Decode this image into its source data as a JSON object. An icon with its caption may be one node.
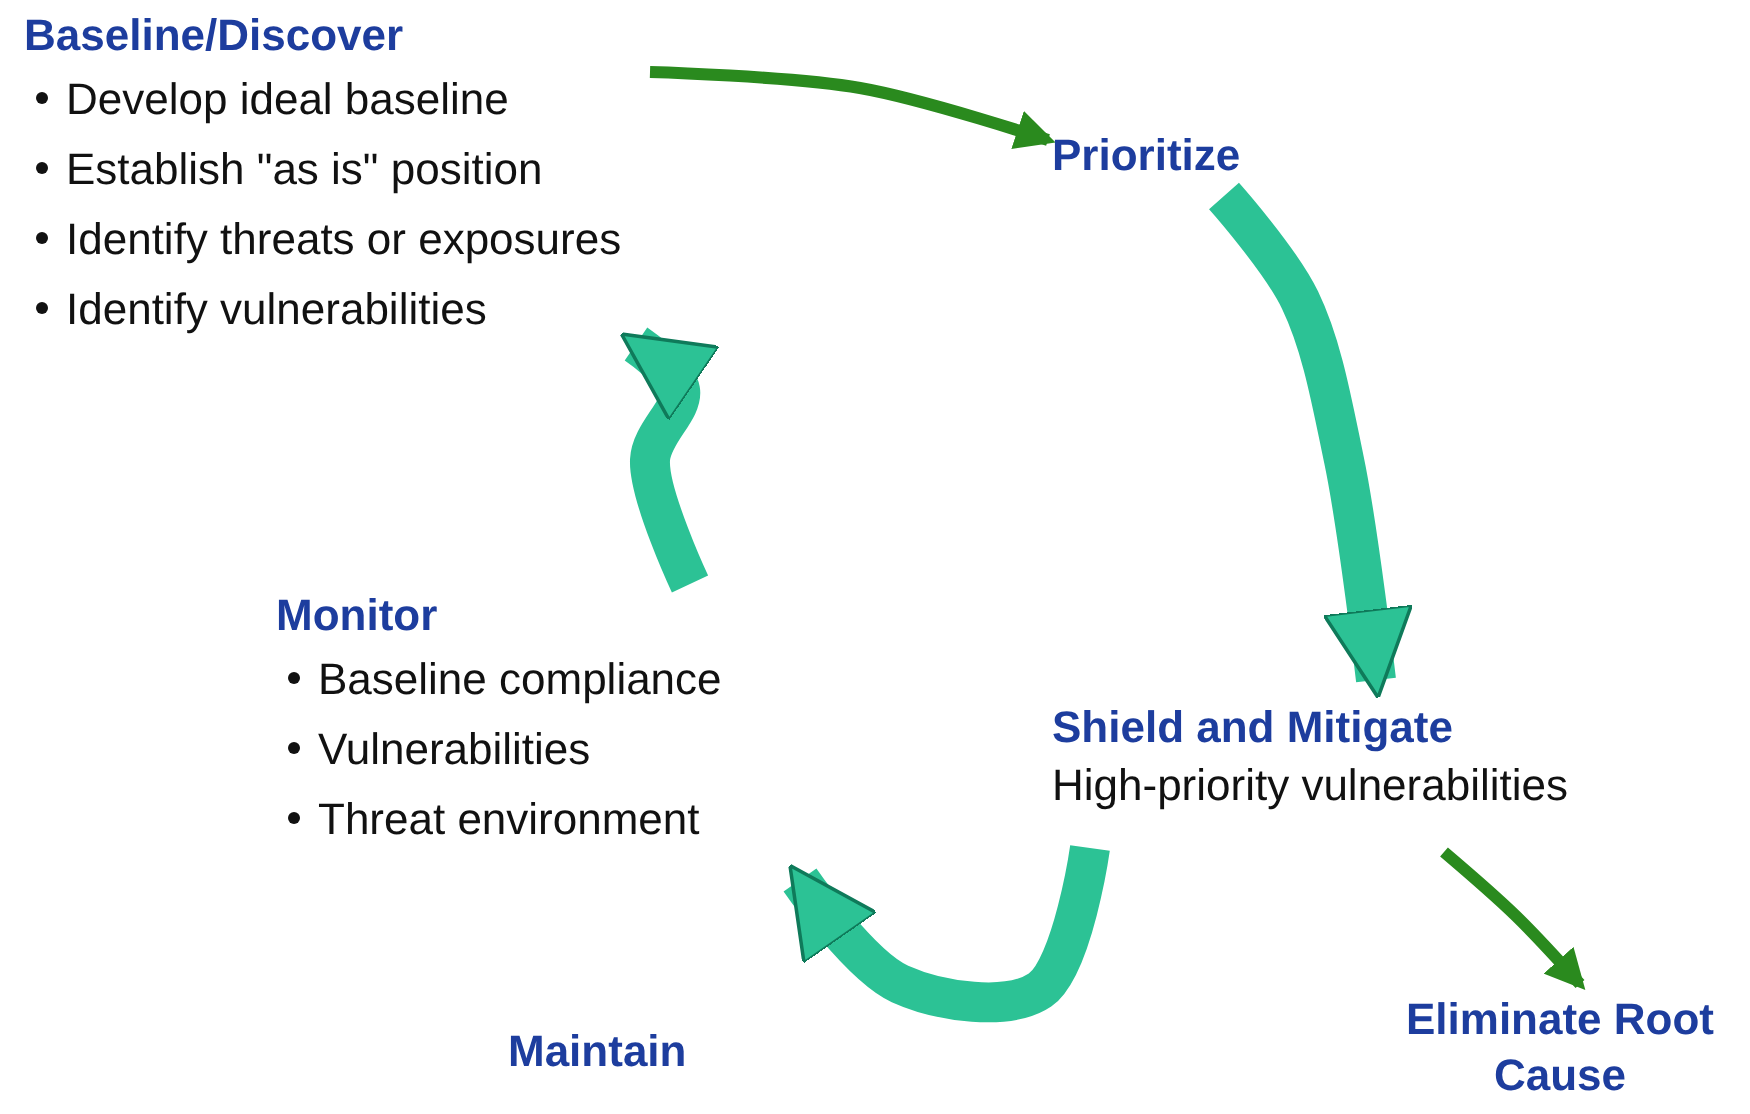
{
  "diagram": {
    "nodes": [
      {
        "text": [
          "Baseline/Discover",
          "Develop ideal baseline",
          "Establish \"as is\" position",
          "Identify threats or exposures",
          "Identify vulnerabilities"
        ]
      },
      {
        "text": [
          "Prioritize"
        ]
      },
      {
        "text": [
          "Shield and Mitigate",
          "High-priority vulnerabilities"
        ]
      },
      {
        "text": [
          "Eliminate Root Cause"
        ]
      },
      {
        "text": [
          "Monitor",
          "Baseline compliance",
          "Vulnerabilities",
          "Threat environment"
        ]
      }
    ],
    "edges": [
      {
        "from": 0,
        "to": 1,
        "arrow": "to",
        "color": "#2a8a1e"
      },
      {
        "from": 1,
        "to": 2,
        "arrow": "to"
      },
      {
        "from": 2,
        "to": 4,
        "arrow": "to",
        "label": "Maintain"
      },
      {
        "from": 4,
        "to": 0,
        "arrow": "to"
      },
      {
        "from": 2,
        "to": 3,
        "arrow": "to",
        "color": "#2a8a1e"
      }
    ]
  }
}
